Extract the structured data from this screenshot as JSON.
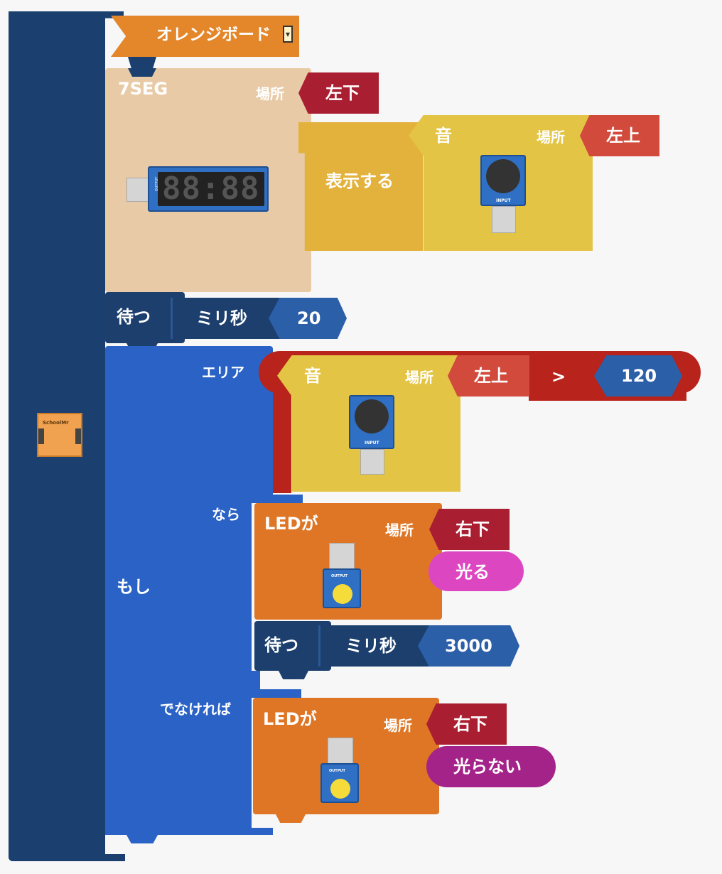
{
  "board": {
    "label": "オレンジボード",
    "dropdown_glyph": "▾",
    "icon_text": "SchoolMr"
  },
  "seg_block": {
    "title": "7SEG",
    "location_label": "場所",
    "location_value": "左下",
    "display_label": "表示する",
    "digits": "88:88",
    "module_tag": "OUTPUT",
    "sound": {
      "label": "音",
      "location_label": "場所",
      "location_value": "左上",
      "module_tag": "INPUT"
    }
  },
  "wait1": {
    "label": "待つ",
    "unit": "ミリ秒",
    "value": "20"
  },
  "if_block": {
    "label": "もし",
    "area_label": "エリア",
    "then_label": "なら",
    "else_label": "でなければ",
    "compare": {
      "sound_label": "音",
      "location_label": "場所",
      "location_value": "左上",
      "module_tag": "INPUT",
      "operator": ">",
      "value": "120"
    },
    "then": {
      "led": {
        "label": "LEDが",
        "location_label": "場所",
        "location_value": "右下",
        "state": "光る",
        "module_tag": "OUTPUT"
      },
      "wait": {
        "label": "待つ",
        "unit": "ミリ秒",
        "value": "3000"
      }
    },
    "else": {
      "led": {
        "label": "LEDが",
        "location_label": "場所",
        "location_value": "右下",
        "state": "光らない",
        "module_tag": "OUTPUT"
      }
    }
  },
  "colors": {
    "main_block": "#1b4070",
    "board_hat": "#e4862a",
    "seg_block": "#e8cba6",
    "location_dark": "#a91f31",
    "location_light": "#d14a3c",
    "display_block": "#e3b23c",
    "sound_block": "#e4c444",
    "wait_block": "#1c3f6e",
    "number_block": "#2b5fa8",
    "if_block": "#2a63c5",
    "compare_block": "#b8231c",
    "led_block": "#de7626",
    "on_state": "#dc47c1",
    "off_state": "#a42389"
  }
}
